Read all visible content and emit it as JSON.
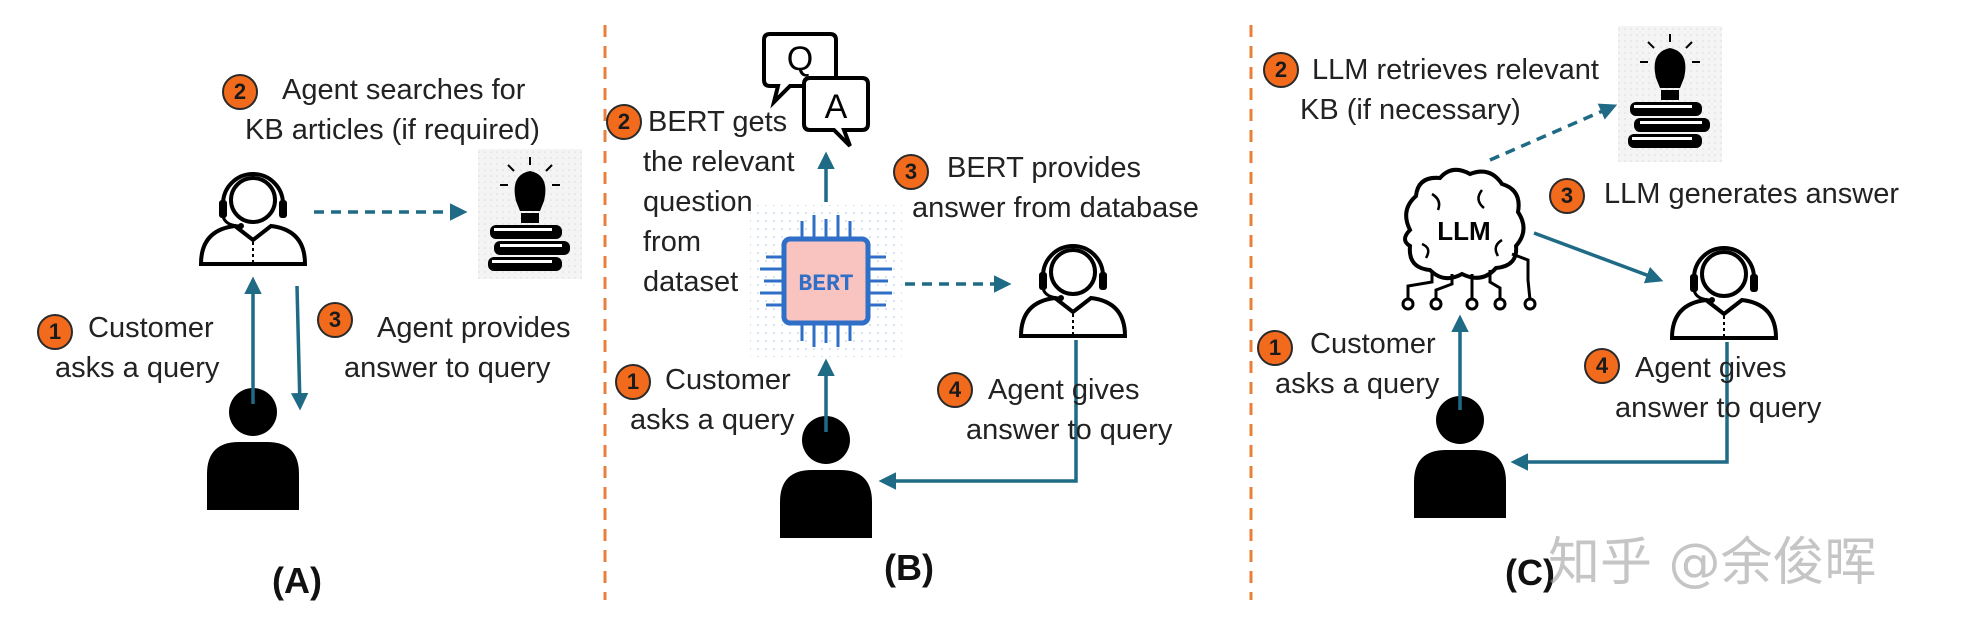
{
  "panels": [
    {
      "label": "(A)",
      "steps": [
        {
          "num": "1",
          "lines": [
            "Customer",
            "asks a query"
          ]
        },
        {
          "num": "2",
          "lines": [
            "Agent searches for",
            "KB articles (if required)"
          ]
        },
        {
          "num": "3",
          "lines": [
            "Agent provides",
            "answer to  query"
          ]
        }
      ]
    },
    {
      "label": "(B)",
      "qa_letters": [
        "Q",
        "A"
      ],
      "chip_text": "BERT",
      "steps": [
        {
          "num": "1",
          "lines": [
            "Customer",
            "asks a query"
          ]
        },
        {
          "num": "2",
          "lines": [
            "BERT gets",
            "the relevant",
            "question",
            "from",
            "dataset"
          ]
        },
        {
          "num": "3",
          "lines": [
            "BERT provides",
            "answer from database"
          ]
        },
        {
          "num": "4",
          "lines": [
            "Agent  gives",
            "answer  to  query"
          ]
        }
      ]
    },
    {
      "label": "(C)",
      "brain_text": "LLM",
      "steps": [
        {
          "num": "1",
          "lines": [
            "Customer",
            "asks a query"
          ]
        },
        {
          "num": "2",
          "lines": [
            "LLM retrieves relevant",
            "KB (if necessary)"
          ]
        },
        {
          "num": "3",
          "lines": [
            "LLM generates answer"
          ]
        },
        {
          "num": "4",
          "lines": [
            "Agent  gives",
            "answer  to query"
          ]
        }
      ]
    }
  ],
  "watermark": "知乎 @余俊晖",
  "colors": {
    "arrow": "#1f6a85",
    "divider": "#e8803a",
    "badge": "#f26b1d",
    "icon": "#000000",
    "chip_body": "#f9c3c0",
    "chip_frame": "#2f6fc7"
  },
  "icons": [
    "agent-headset-icon",
    "customer-icon",
    "bulb-books-icon",
    "qa-bubbles-icon",
    "bert-chip-icon",
    "llm-brain-icon"
  ]
}
